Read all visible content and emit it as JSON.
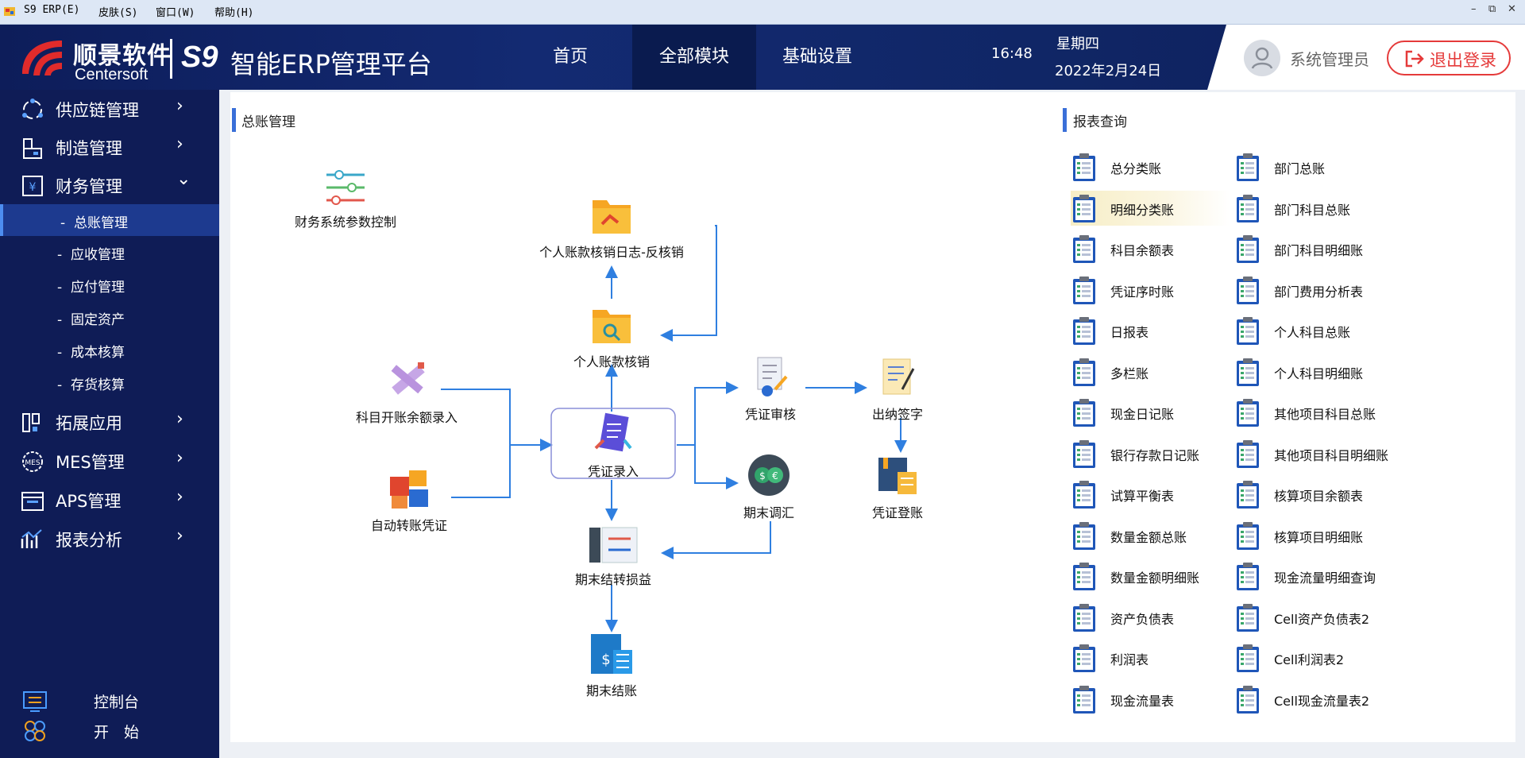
{
  "menubar": {
    "items": [
      "S9 ERP(E)",
      "皮肤(S)",
      "窗口(W)",
      "帮助(H)"
    ],
    "window_controls": [
      "–",
      "⧉",
      "✕"
    ]
  },
  "header": {
    "logo_text": "顺景软件",
    "logo_sub": "Centersoft",
    "s9": "S9",
    "platform": "智能ERP管理平台",
    "nav": [
      "首页",
      "全部模块",
      "基础设置"
    ],
    "time": "16:48",
    "weekday": "星期四",
    "date": "2022年2月24日",
    "user": "系统管理员",
    "logout": "退出登录"
  },
  "sidebar": {
    "items": [
      {
        "label": "供应链管理",
        "icon": "supply-chain-icon"
      },
      {
        "label": "制造管理",
        "icon": "factory-icon"
      },
      {
        "label": "财务管理",
        "icon": "finance-icon"
      }
    ],
    "finance_sub": [
      "总账管理",
      "应收管理",
      "应付管理",
      "固定资产",
      "成本核算",
      "存货核算"
    ],
    "items_after": [
      {
        "label": "拓展应用",
        "icon": "extension-icon"
      },
      {
        "label": "MES管理",
        "icon": "mes-gear-icon"
      },
      {
        "label": "APS管理",
        "icon": "calendar-icon"
      },
      {
        "label": "报表分析",
        "icon": "chart-icon"
      }
    ],
    "bottom": [
      "控制台",
      "开　始"
    ],
    "sub_prefix": "-"
  },
  "ledger": {
    "title": "总账管理",
    "nodes": {
      "param": "财务系统参数控制",
      "reverse": "个人账款核销日志-反核销",
      "writeoff": "个人账款核销",
      "opening": "科目开账余额录入",
      "auto": "自动转账凭证",
      "voucher": "凭证录入",
      "audit": "凭证审核",
      "cashier": "出纳签字",
      "adjust": "期末调汇",
      "post": "凭证登账",
      "transfer": "期末结转损益",
      "close": "期末结账"
    }
  },
  "reports": {
    "title": "报表查询",
    "col1": [
      "总分类账",
      "明细分类账",
      "科目余额表",
      "凭证序时账",
      "日报表",
      "多栏账",
      "现金日记账",
      "银行存款日记账",
      "试算平衡表",
      "数量金额总账",
      "数量金额明细账",
      "资产负债表",
      "利润表",
      "现金流量表"
    ],
    "col2": [
      "部门总账",
      "部门科目总账",
      "部门科目明细账",
      "部门费用分析表",
      "个人科目总账",
      "个人科目明细账",
      "其他项目科目总账",
      "其他项目科目明细账",
      "核算项目余额表",
      "核算项目明细账",
      "现金流量明细查询",
      "Cell资产负债表2",
      "Cell利润表2",
      "Cell现金流量表2"
    ],
    "highlighted": "明细分类账"
  },
  "colors": {
    "header_bg": "#132a72",
    "sidebar_bg": "#0f1c56",
    "accent": "#3a6fd8",
    "logout": "#e53a3a",
    "arrow": "#2f7fe0"
  }
}
